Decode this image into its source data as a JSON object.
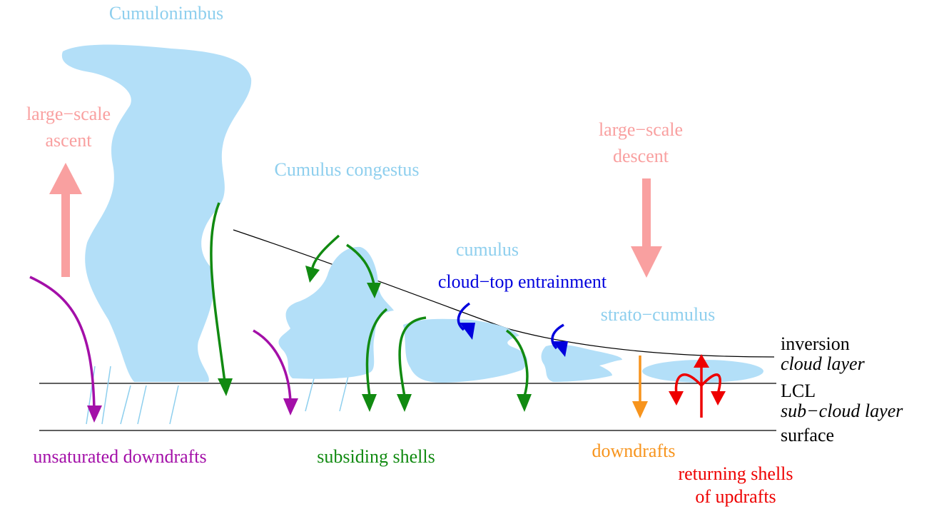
{
  "clouds": {
    "cumulonimbus": "Cumulonimbus",
    "congestus": "Cumulus congestus",
    "cumulus": "cumulus",
    "stratocumulus": "strato−cumulus"
  },
  "large_scale": {
    "ascent_line1": "large−scale",
    "ascent_line2": "ascent",
    "descent_line1": "large−scale",
    "descent_line2": "descent"
  },
  "processes": {
    "entrainment": "cloud−top entrainment",
    "unsaturated_downdrafts": "unsaturated downdrafts",
    "subsiding_shells": "subsiding shells",
    "downdrafts": "downdrafts",
    "returning_line1": "returning shells",
    "returning_line2": "of updrafts"
  },
  "levels": {
    "inversion": "inversion",
    "cloud_layer": "cloud layer",
    "lcl": "LCL",
    "sub_cloud_layer": "sub−cloud layer",
    "surface": "surface"
  },
  "colors": {
    "cloud_fill": "#b3dff8",
    "cloud_text": "#8ecfee",
    "large_scale": "#f9a0a0",
    "unsaturated": "#a30fa8",
    "subsiding": "#118a11",
    "entrainment": "#0000dd",
    "downdraft": "#f7941d",
    "returning": "#ee0000"
  }
}
